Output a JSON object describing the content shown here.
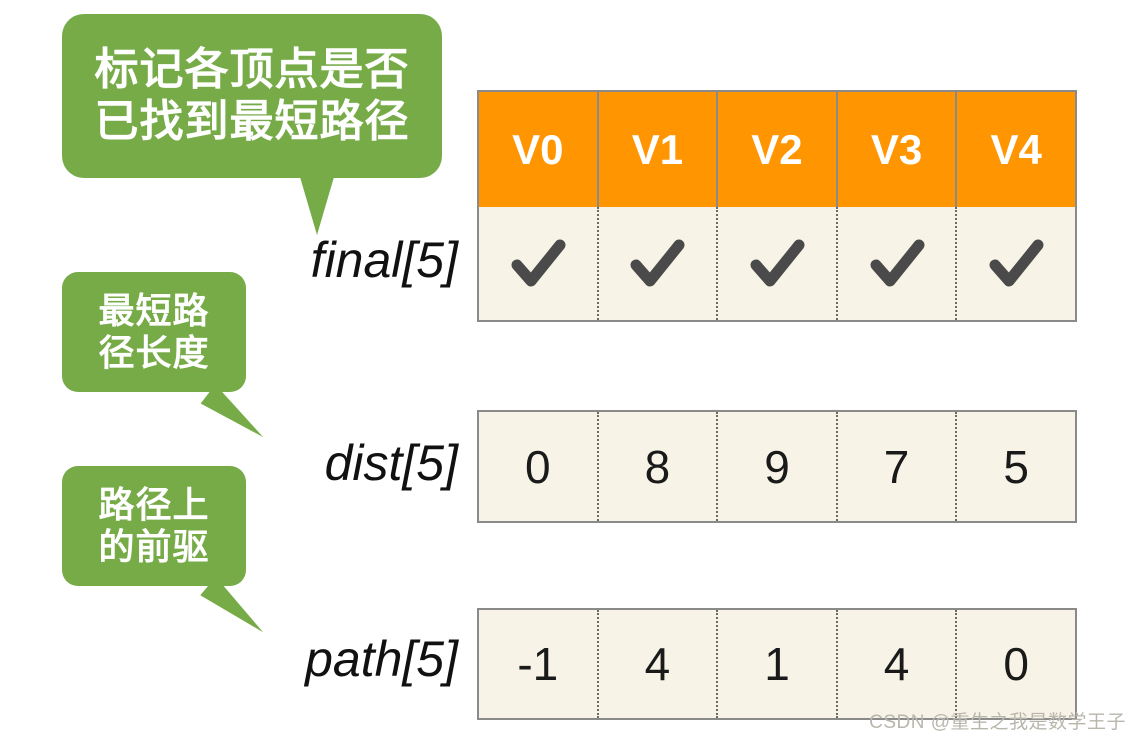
{
  "callouts": [
    {
      "id": "final",
      "lines": [
        "标记各顶点是否",
        "已找到最短路径"
      ],
      "color": "#76AB48"
    },
    {
      "id": "dist",
      "lines": [
        "最短路",
        "径长度"
      ],
      "color": "#76AB48"
    },
    {
      "id": "path",
      "lines": [
        "路径上",
        "的前驱"
      ],
      "color": "#76AB48"
    }
  ],
  "labels": {
    "final": "final[5]",
    "dist": "dist[5]",
    "path": "path[5]"
  },
  "colors": {
    "header_orange": "#FF9500",
    "cell_cream": "#F7F3E6",
    "bubble_green": "#76AB48",
    "border_gray": "#8A8A8A",
    "check_dark": "#4A4A4A"
  },
  "table_data": {
    "type": "table",
    "columns": [
      "V0",
      "V1",
      "V2",
      "V3",
      "V4"
    ],
    "rows": [
      {
        "name": "final[5]",
        "icon": "check-icon",
        "values": [
          "✓",
          "✓",
          "✓",
          "✓",
          "✓"
        ]
      },
      {
        "name": "dist[5]",
        "values": [
          "0",
          "8",
          "9",
          "7",
          "5"
        ]
      },
      {
        "name": "path[5]",
        "values": [
          "-1",
          "4",
          "1",
          "4",
          "0"
        ]
      }
    ]
  },
  "watermark": "CSDN @重生之我是数学王子"
}
